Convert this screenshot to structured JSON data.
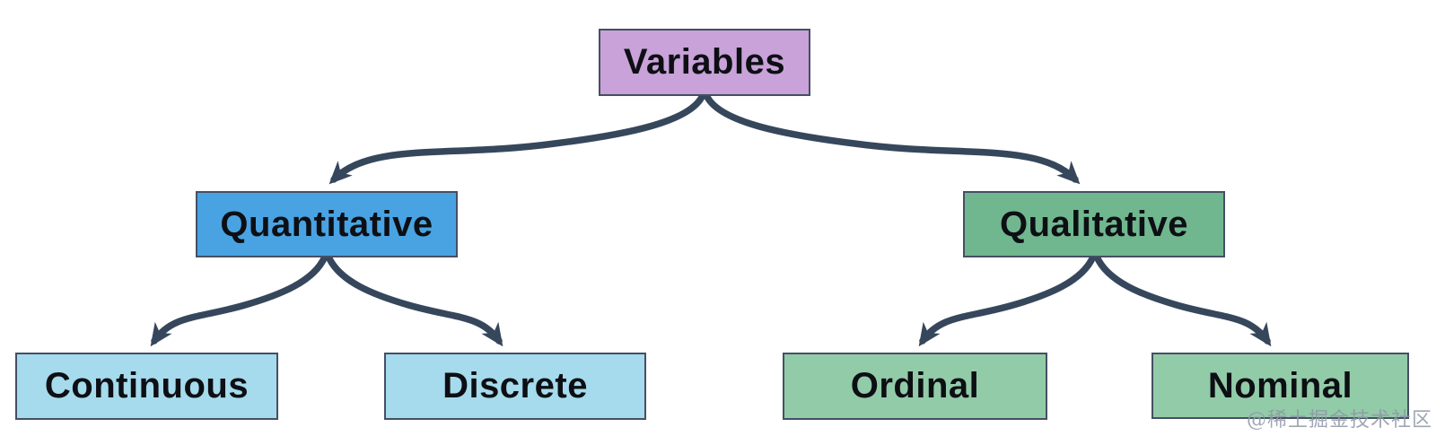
{
  "diagram": {
    "type": "tree",
    "root": "variables",
    "nodes": {
      "variables": {
        "label": "Variables",
        "fill": "#c8a2d8"
      },
      "quantitative": {
        "label": "Quantitative",
        "fill": "#49a3e2"
      },
      "qualitative": {
        "label": "Qualitative",
        "fill": "#70b78f"
      },
      "continuous": {
        "label": "Continuous",
        "fill": "#a5dbec"
      },
      "discrete": {
        "label": "Discrete",
        "fill": "#a5dbec"
      },
      "ordinal": {
        "label": "Ordinal",
        "fill": "#92cba8"
      },
      "nominal": {
        "label": "Nominal",
        "fill": "#92cba8"
      }
    },
    "edges": [
      {
        "from": "variables",
        "to": "quantitative"
      },
      {
        "from": "variables",
        "to": "qualitative"
      },
      {
        "from": "quantitative",
        "to": "continuous"
      },
      {
        "from": "quantitative",
        "to": "discrete"
      },
      {
        "from": "qualitative",
        "to": "ordinal"
      },
      {
        "from": "qualitative",
        "to": "nominal"
      }
    ]
  },
  "colors": {
    "arrow": "#36475c",
    "node-border": "#454f63",
    "node-text": "#0d0f14",
    "background": "#ffffff",
    "watermark": "#8f97a6"
  },
  "watermark": {
    "text": "@稀土掘金技术社区"
  }
}
